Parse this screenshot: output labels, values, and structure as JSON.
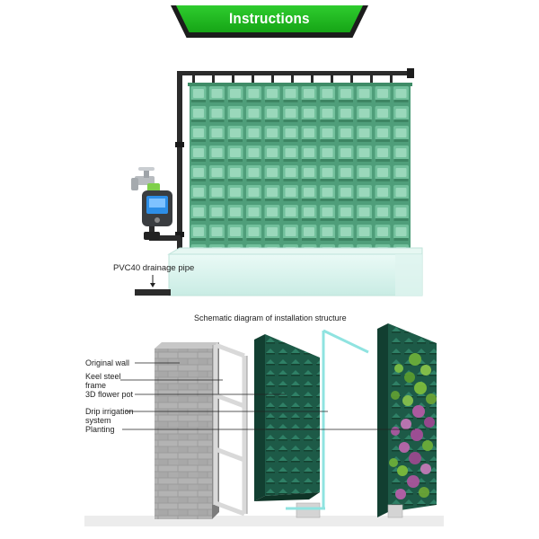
{
  "header": {
    "title": "Instructions"
  },
  "top_diagram": {
    "drain_label": "PVC40 drainage pipe"
  },
  "bottom_diagram": {
    "caption": "Schematic diagram of installation structure",
    "layers": [
      {
        "label_line1": "Original wall",
        "label_line2": ""
      },
      {
        "label_line1": "Keel steel",
        "label_line2": "frame"
      },
      {
        "label_line1": "3D flower pot",
        "label_line2": ""
      },
      {
        "label_line1": "Drip irrigation",
        "label_line2": "system"
      },
      {
        "label_line1": "Planting",
        "label_line2": ""
      }
    ]
  },
  "colors": {
    "banner_green": "#22b822",
    "pot_green": "#5fb08a",
    "dark_green": "#1f5a44",
    "pipe": "#2b2b2b",
    "water": "#d8f3ee"
  }
}
